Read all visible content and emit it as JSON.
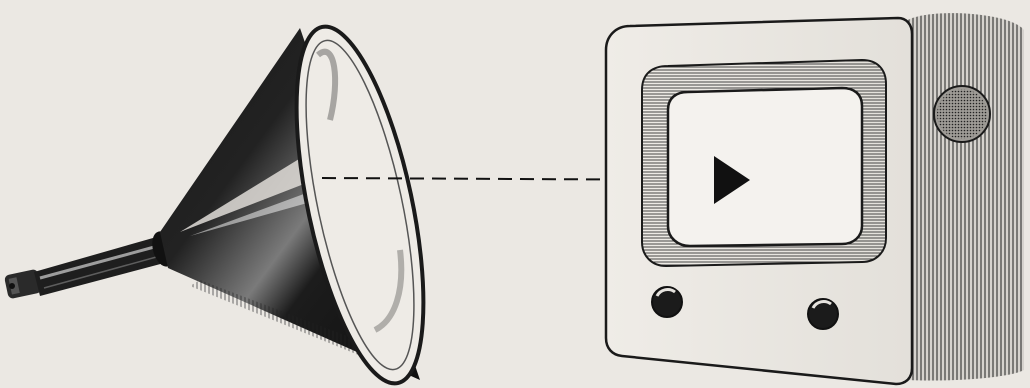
{
  "illustration": {
    "palette": {
      "paper": "#ebe8e3",
      "ink": "#141414",
      "cone_dark": "#1a1a1a",
      "cone_light": "#d7d4cf",
      "cabinet_face": "#ece9e4",
      "screen": "#f4f2ee",
      "arrow": "#111111",
      "knob": "#1b1b1b"
    },
    "objects": {
      "tube": "cathode-ray-picture-tube",
      "cabinet": "television-cabinet",
      "ray": "dashed-projection-line",
      "arrow": "arrowhead-icon",
      "speaker": "speaker-grille",
      "knobs": [
        "control-knob-left",
        "control-knob-right"
      ]
    }
  }
}
